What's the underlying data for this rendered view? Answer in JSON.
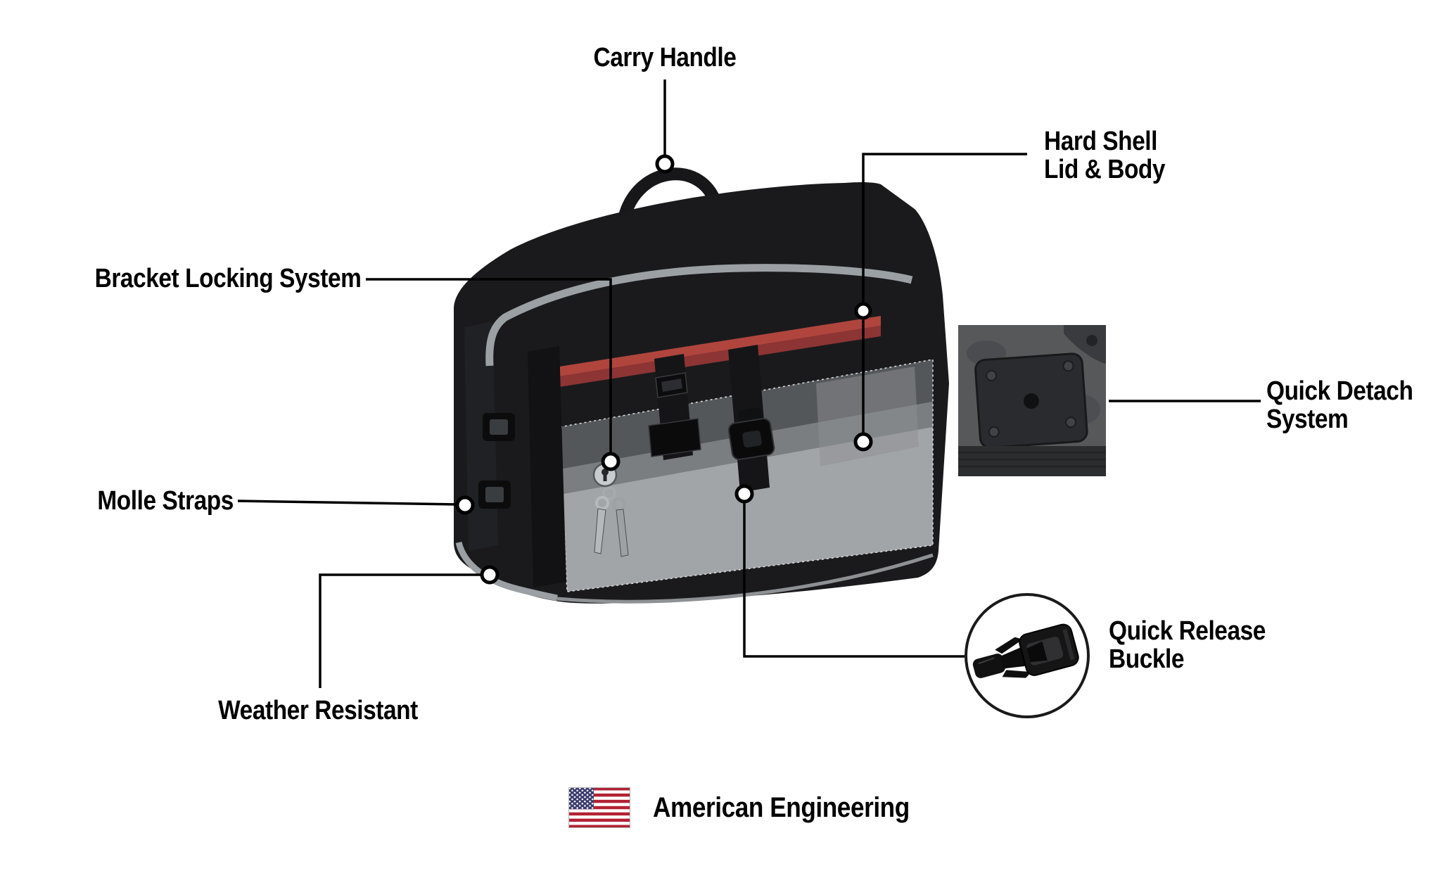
{
  "colors": {
    "background": "#ffffff",
    "text": "#000000",
    "leader_line": "#000000",
    "bag_black": "#1a1a1c",
    "trim_gray": "#9ba0a4",
    "accent_red": "#b0453e",
    "accent_red_dark": "#8d3434",
    "window_gray": "#a2a5a8",
    "flag_red": "#b22234",
    "flag_blue": "#3c3b6e"
  },
  "callouts": {
    "carry_handle": {
      "label": "Carry Handle"
    },
    "hard_shell": {
      "label": "Hard Shell\nLid & Body"
    },
    "bracket_locking": {
      "label": "Bracket Locking System"
    },
    "molle_straps": {
      "label": "Molle Straps"
    },
    "weather_resistant": {
      "label": "Weather Resistant"
    },
    "quick_detach": {
      "label": "Quick Detach\nSystem"
    },
    "quick_release": {
      "label": "Quick Release\nBuckle"
    }
  },
  "insets": {
    "quick_detach_icon": "quick-detach-bracket-photo",
    "quick_release_icon": "quick-release-buckle"
  },
  "footer": {
    "flag_icon": "us-flag",
    "text": "American Engineering"
  }
}
